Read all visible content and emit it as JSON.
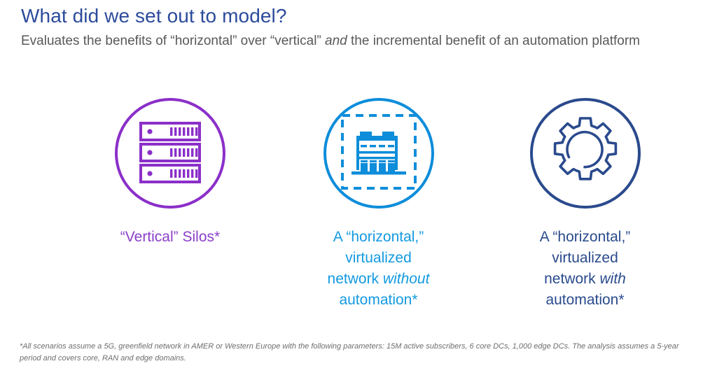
{
  "header": {
    "title": "What did we set out to model?",
    "subtitle_part1": "Evaluates the benefits of “horizontal” over “vertical” ",
    "subtitle_italic": "and",
    "subtitle_part2": " the incremental benefit of an automation platform"
  },
  "columns": [
    {
      "id": "vertical-silos",
      "icon": "server-rack-icon",
      "accent_color": "#8b2fc9",
      "caption_color": "#8b3fc9",
      "caption_lines": [
        {
          "text": "“Vertical” Silos*",
          "italic": false
        }
      ]
    },
    {
      "id": "horizontal-without-automation",
      "icon": "virtualized-datacenter-icon",
      "accent_color": "#0d8dda",
      "caption_color": "#139ae0",
      "caption_lines": [
        {
          "text": "A “horizontal,”",
          "italic": false
        },
        {
          "text": "virtualized",
          "italic": false
        },
        {
          "text": "network ",
          "italic": false,
          "italic_tail": "without"
        },
        {
          "text": "automation*",
          "italic": false
        }
      ]
    },
    {
      "id": "horizontal-with-automation",
      "icon": "gear-automation-icon",
      "accent_color": "#2a4a8d",
      "caption_color": "#2a4a8d",
      "caption_lines": [
        {
          "text": "A “horizontal,”",
          "italic": false
        },
        {
          "text": "virtualized",
          "italic": false
        },
        {
          "text": "network ",
          "italic": false,
          "italic_tail": "with"
        },
        {
          "text": "automation*",
          "italic": false
        }
      ]
    }
  ],
  "caption_text": {
    "c1_l1": "“Vertical” Silos*",
    "c2_l1": "A “horizontal,”",
    "c2_l2": "virtualized",
    "c2_l3_plain": "network ",
    "c2_l3_italic": "without",
    "c2_l4": "automation*",
    "c3_l1": "A “horizontal,”",
    "c3_l2": "virtualized",
    "c3_l3_plain": "network ",
    "c3_l3_italic": "with",
    "c3_l4": "automation*"
  },
  "footnote": {
    "text": "*All scenarios assume a 5G, greenfield network in AMER or Western Europe with the following parameters: 15M active subscribers, 6 core DCs, 1,000 edge DCs. The analysis assumes a 5-year period and covers core, RAN and edge domains."
  },
  "colors": {
    "title": "#2c4b9b",
    "subtitle": "#58595b",
    "purple": "#8b2fc9",
    "blue": "#0d8dda",
    "navy": "#2a4a8d",
    "footnote": "#6d6e71",
    "background": "#ffffff"
  }
}
